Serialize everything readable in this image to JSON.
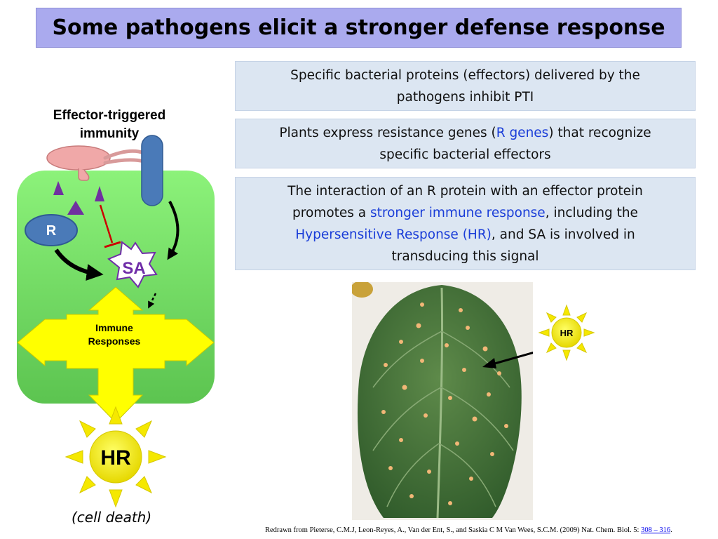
{
  "title": "Some pathogens elicit a stronger defense response",
  "boxes": {
    "box1": {
      "text": "Specific bacterial proteins (effectors) delivered by the pathogens inhibit PTI"
    },
    "box2": {
      "pre": "Plants express resistance genes (",
      "highlight": "R genes",
      "post": ") that recognize specific bacterial  effectors"
    },
    "box3": {
      "pre": "The interaction of an R protein with an effector protein promotes a ",
      "highlight1": "stronger immune response",
      "mid": ", including the ",
      "highlight2": "Hypersensitive Response (HR)",
      "post": ", and SA is involved in transducing this signal"
    }
  },
  "diagram": {
    "heading": "Effector-triggered immunity",
    "r_label": "R",
    "sa_label": "SA",
    "immune_label_line1": "Immune",
    "immune_label_line2": "Responses",
    "hr_label": "HR",
    "cell_death": "(cell death)",
    "hr_small_label": "HR"
  },
  "citation": {
    "text": "Redrawn from Pieterse, C.M.J, Leon-Reyes, A., Van der Ent, S., and  Saskia C M Van Wees, S.C.M. (2009) Nat. Chem. Biol. 5: ",
    "link": "308 – 316",
    "end": "."
  },
  "colors": {
    "title_bg": "#aaaaee",
    "box_bg": "#dce6f2",
    "highlight": "#1a3dd8",
    "cell_green": "#7ed66a",
    "arrow_yellow": "#ffff00",
    "sun_yellow": "#f5e800",
    "r_blue": "#4a7ab8",
    "sa_purple": "#6f2da8",
    "effector_purple": "#7030a0",
    "inhibit_red": "#cc0000"
  }
}
